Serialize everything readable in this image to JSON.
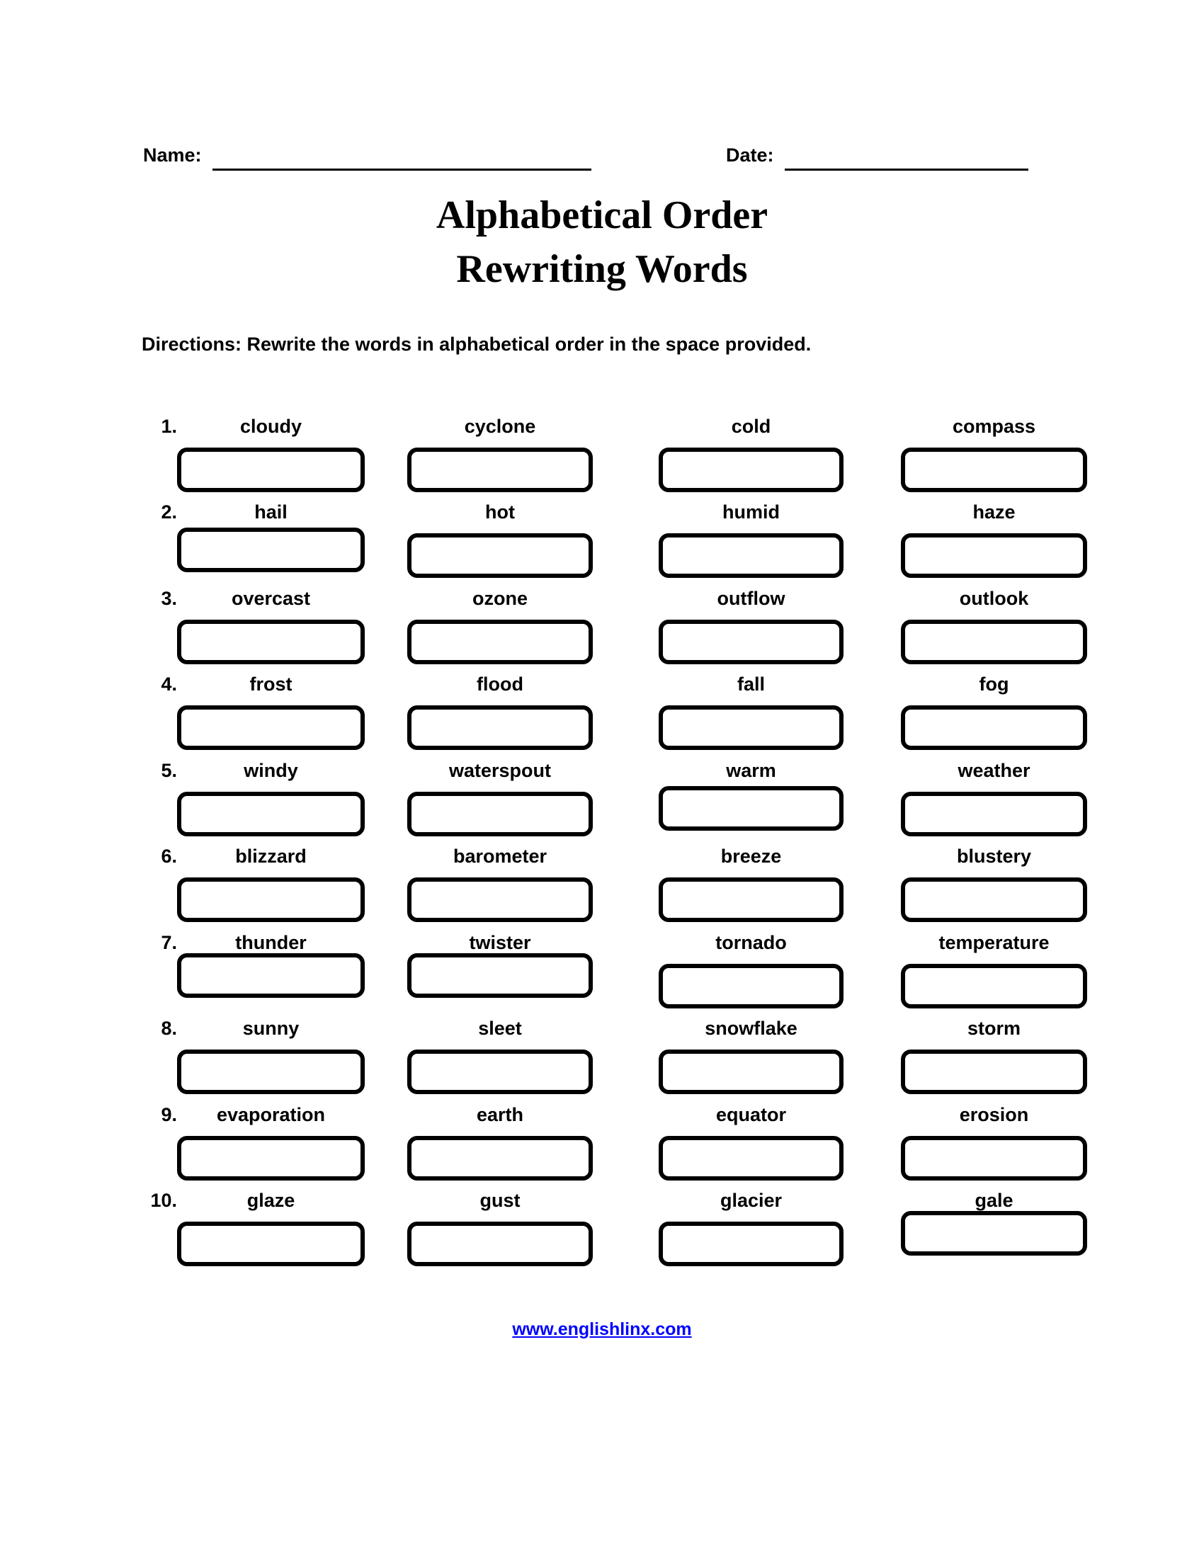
{
  "header": {
    "name_label": "Name:",
    "date_label": "Date:"
  },
  "title": {
    "line1": "Alphabetical Order",
    "line2": "Rewriting Words"
  },
  "directions": "Directions: Rewrite the words in alphabetical order in the space provided.",
  "rows": [
    {
      "num": "1.",
      "words": [
        "cloudy",
        "cyclone",
        "cold",
        "compass"
      ]
    },
    {
      "num": "2.",
      "words": [
        "hail",
        "hot",
        "humid",
        "haze"
      ]
    },
    {
      "num": "3.",
      "words": [
        "overcast",
        "ozone",
        "outflow",
        "outlook"
      ]
    },
    {
      "num": "4.",
      "words": [
        "frost",
        "flood",
        "fall",
        "fog"
      ]
    },
    {
      "num": "5.",
      "words": [
        "windy",
        "waterspout",
        "warm",
        "weather"
      ]
    },
    {
      "num": "6.",
      "words": [
        "blizzard",
        "barometer",
        "breeze",
        "blustery"
      ]
    },
    {
      "num": "7.",
      "words": [
        "thunder",
        "twister",
        "tornado",
        "temperature"
      ]
    },
    {
      "num": "8.",
      "words": [
        "sunny",
        "sleet",
        "snowflake",
        "storm"
      ]
    },
    {
      "num": "9.",
      "words": [
        "evaporation",
        "earth",
        "equator",
        "erosion"
      ]
    },
    {
      "num": "10.",
      "words": [
        "glaze",
        "gust",
        "glacier",
        "gale"
      ]
    }
  ],
  "footer": {
    "link": "www.englishlinx.com",
    "link_color": "#0000ff"
  },
  "colors": {
    "text": "#000000",
    "box_border": "#000000",
    "background": "#ffffff"
  }
}
